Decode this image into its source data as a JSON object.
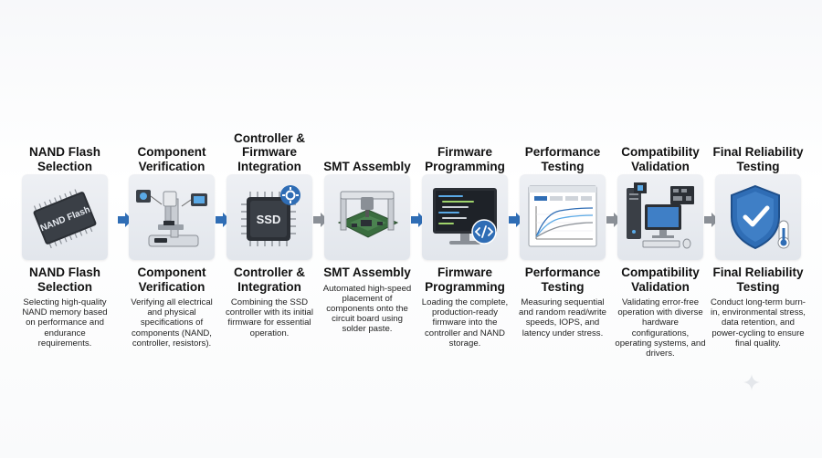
{
  "steps": [
    {
      "title": "NAND Flash Selection",
      "icon": "nand-chip-icon",
      "chip_label": "NAND Flash",
      "subtitle": "NAND Flash Selection",
      "description": "Selecting high-quality NAND memory based on performance and endurance requirements."
    },
    {
      "title": "Component Verification",
      "icon": "microscope-icon",
      "subtitle": "Component Verification",
      "description": "Verifying all electrical and physical specifications of components (NAND, controller, resistors)."
    },
    {
      "title": "Controller & Firmware Integration",
      "icon": "ssd-controller-icon",
      "chip_label": "SSD",
      "subtitle": "Controller & Integration",
      "description": "Combining the SSD controller with its initial firmware for essential operation."
    },
    {
      "title": "SMT Assembly",
      "icon": "smt-machine-icon",
      "subtitle": "SMT Assembly",
      "description": "Automated high-speed placement of components onto the circuit board using solder paste."
    },
    {
      "title": "Firmware Programming",
      "icon": "code-monitor-icon",
      "subtitle": "Firmware Programming",
      "description": "Loading the complete, production-ready firmware into the controller and NAND storage."
    },
    {
      "title": "Performance Testing",
      "icon": "performance-chart-icon",
      "subtitle": "Performance Testing",
      "description": "Measuring sequential and random read/write speeds, IOPS, and latency under stress."
    },
    {
      "title": "Compatibility Validation",
      "icon": "computer-setup-icon",
      "subtitle": "Compatibility Validation",
      "description": "Validating error-free operation with diverse hardware configurations, operating systems, and drivers."
    },
    {
      "title": "Final Reliability Testing",
      "icon": "shield-check-icon",
      "subtitle": "Final Reliability Testing",
      "description": "Conduct long-term burn-in, environmental stress, data retention, and power-cycling to ensure final quality."
    }
  ],
  "colors": {
    "arrow_blue": "#2f6db5",
    "arrow_gray": "#8a8f96",
    "card_bg": "#e6e9ee",
    "accent": "#2f6db5"
  }
}
